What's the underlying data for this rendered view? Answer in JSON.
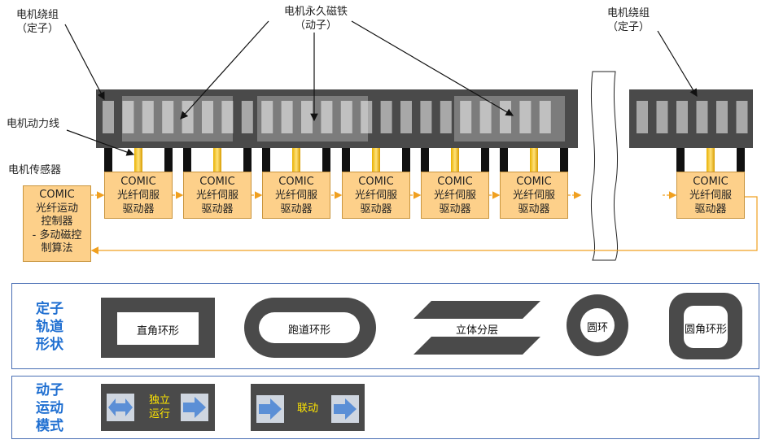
{
  "labels": {
    "winding_left_1": "电机绕组",
    "winding_left_2": "（定子）",
    "magnet_1": "电机永久磁铁",
    "magnet_2": "（动子）",
    "winding_right_1": "电机绕组",
    "winding_right_2": "（定子）",
    "power_line": "电机动力线",
    "sensor": "电机传感器"
  },
  "driver": {
    "line1": "COMIC",
    "line2": "光纤伺服",
    "line3": "驱动器"
  },
  "controller": {
    "lines": [
      "COMIC",
      "光纤运动",
      "控制器",
      "- 多动磁控",
      "制算法"
    ]
  },
  "stator_panel": {
    "title": [
      "定子",
      "轨道",
      "形状"
    ],
    "shapes": [
      "直角环形",
      "跑道环形",
      "立体分层",
      "圆环",
      "圆角环形"
    ]
  },
  "mover_panel": {
    "title": [
      "动子",
      "运动",
      "模式"
    ],
    "modes": [
      "独立\n运行",
      "联动"
    ]
  },
  "colors": {
    "stator": "#4a4a4a",
    "driver": "#fdd08a",
    "arrow": "#f0a020",
    "panel_title": "#1f6fd1",
    "mode_text": "#ffe600",
    "mode_arrow": "#5b8fd6"
  }
}
